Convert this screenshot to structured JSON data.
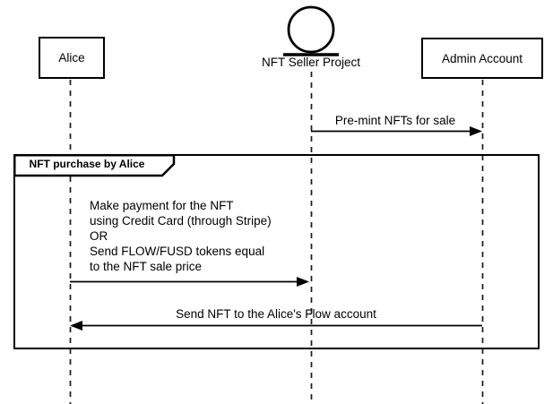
{
  "diagram_type": "uml-sequence",
  "colors": {
    "stroke": "#000000",
    "background": "#ffffff",
    "shape_fill": "#ffffff"
  },
  "participants": [
    {
      "label": "Alice",
      "kind": "box"
    },
    {
      "label": "NFT Seller Project",
      "kind": "entity"
    },
    {
      "label": "Admin Account",
      "kind": "box"
    }
  ],
  "frame": {
    "label": "NFT purchase by Alice"
  },
  "messages": [
    {
      "label": "Pre-mint NFTs for sale",
      "from": "NFT Seller Project",
      "to": "Admin Account",
      "direction": "right"
    },
    {
      "label": "Make payment for the NFT\nusing Credit Card (through Stripe)\nOR\nSend FLOW/FUSD tokens equal\nto the NFT sale price",
      "from": "Alice",
      "to": "NFT Seller Project",
      "direction": "right"
    },
    {
      "label": "Send NFT to the Alice's Flow account",
      "from": "Admin Account",
      "to": "Alice",
      "direction": "left"
    }
  ]
}
